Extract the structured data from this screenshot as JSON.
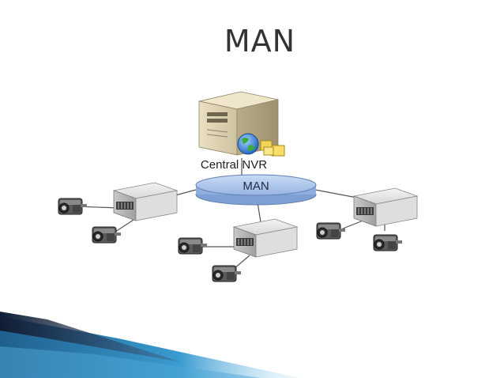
{
  "slide": {
    "title": "MAN"
  },
  "diagram": {
    "server_label": "Central NVR",
    "network_label": "MAN",
    "nodes": [
      {
        "name": "central-nvr-server",
        "icon": "server-icon"
      },
      {
        "name": "globe",
        "icon": "globe-icon"
      },
      {
        "name": "folders",
        "icon": "folder-icon"
      },
      {
        "name": "nvr-left",
        "icon": "nvr-box-icon"
      },
      {
        "name": "nvr-center",
        "icon": "nvr-box-icon"
      },
      {
        "name": "nvr-right",
        "icon": "nvr-box-icon"
      },
      {
        "name": "cameras",
        "icon": "camera-icon",
        "count": 6
      }
    ]
  },
  "colors": {
    "title": "#333333",
    "network_fill": "#a9c4ec",
    "network_stroke": "#5f7fb0",
    "swoosh_dark": "#1b2b45",
    "swoosh_blue": "#2a6f9e",
    "swoosh_light": "#7fc3e6"
  }
}
